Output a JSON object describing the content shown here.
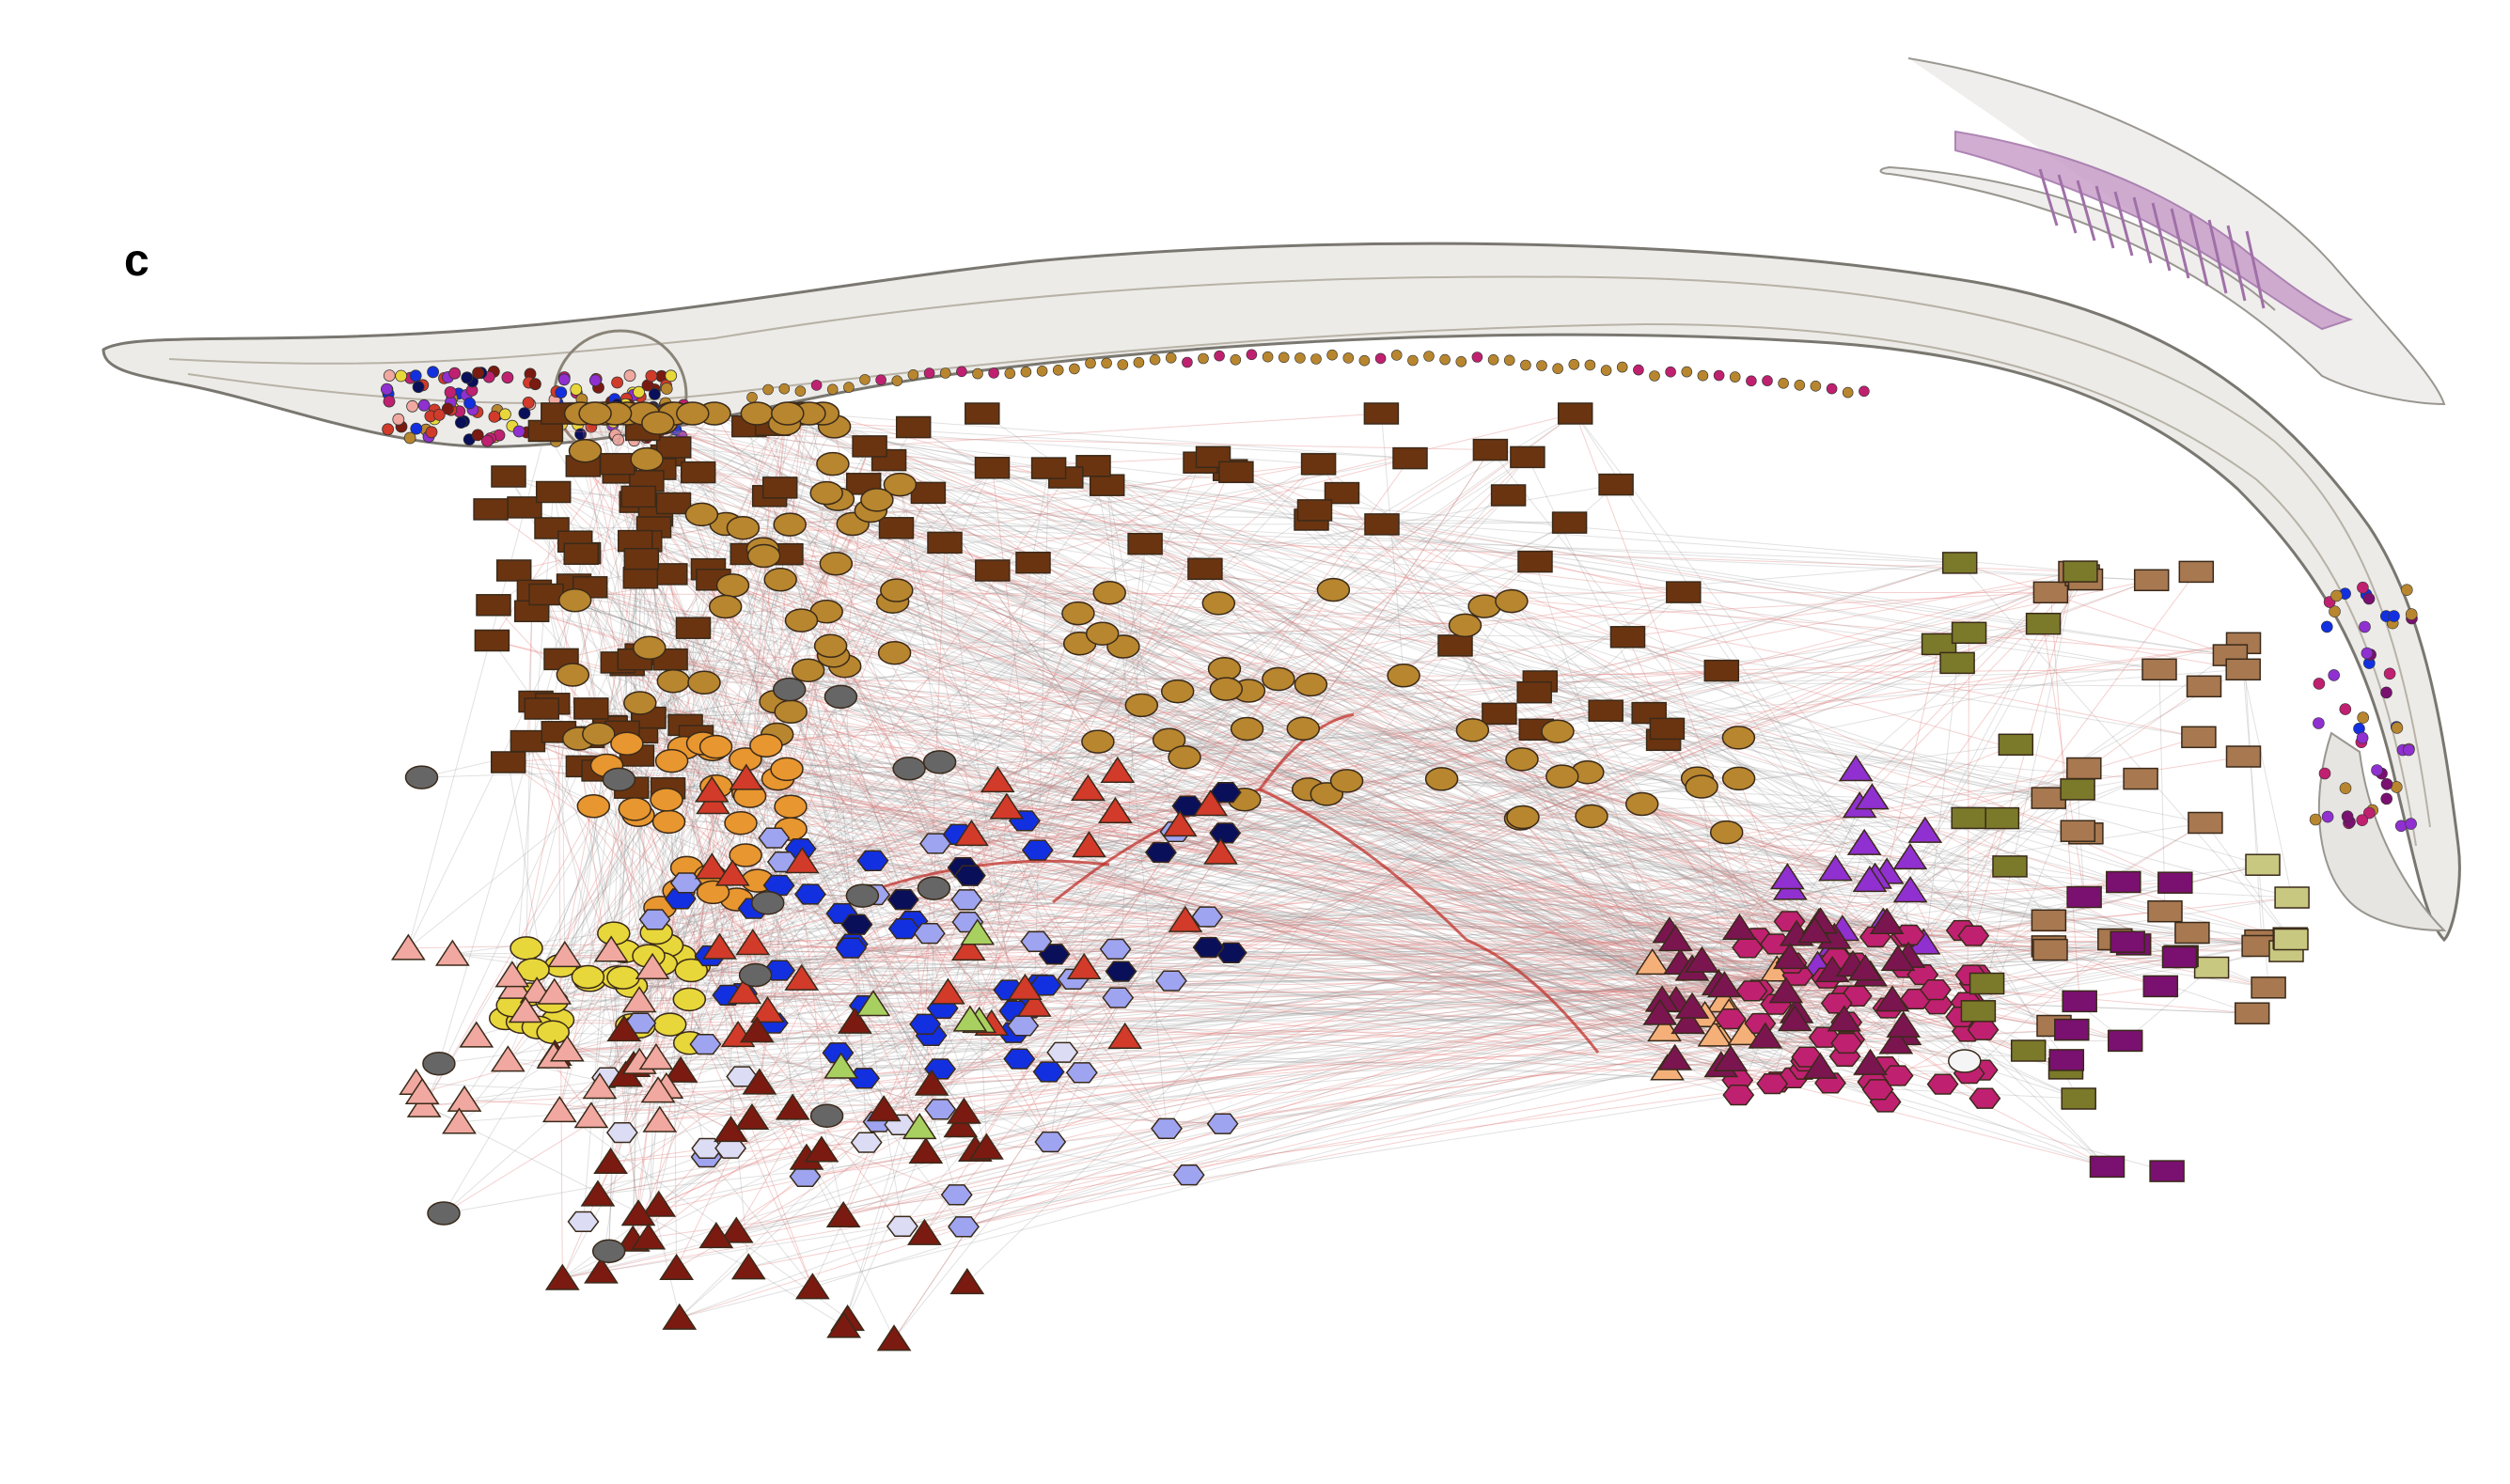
{
  "figure": {
    "panel_label": "c"
  },
  "colors": {
    "background": "#ffffff",
    "worm_fill": "#ecebe8",
    "worm_outline": "#7a7770",
    "edge_chemical": "#8a8a8a",
    "edge_electrical": "#e07a78",
    "edge_strong": "#c0302a",
    "pharynx_detail": "#c9a0c9"
  },
  "node_groups": [
    {
      "key": "brown_rect",
      "shape": "rect",
      "color": "#6b3410"
    },
    {
      "key": "gold_ellipse",
      "shape": "ellipse",
      "color": "#b8862e"
    },
    {
      "key": "orange_ellipse",
      "shape": "ellipse",
      "color": "#e8962f"
    },
    {
      "key": "yellow_ellipse",
      "shape": "ellipse",
      "color": "#e8d73a"
    },
    {
      "key": "blue_hex",
      "shape": "hex",
      "color": "#1230e0"
    },
    {
      "key": "navy_hex",
      "shape": "hex",
      "color": "#0a0f5a"
    },
    {
      "key": "lavender_hex",
      "shape": "hex",
      "color": "#9ea4f0"
    },
    {
      "key": "pale_hex",
      "shape": "hex",
      "color": "#dcdcf5"
    },
    {
      "key": "red_tri",
      "shape": "tri",
      "color": "#d23a2a"
    },
    {
      "key": "darkred_tri",
      "shape": "tri",
      "color": "#7a1a10"
    },
    {
      "key": "pink_tri",
      "shape": "tri",
      "color": "#f0a8a0"
    },
    {
      "key": "peach_tri",
      "shape": "tri",
      "color": "#f5b07a"
    },
    {
      "key": "green_tri",
      "shape": "tri",
      "color": "#a8d060"
    },
    {
      "key": "violet_tri",
      "shape": "tri",
      "color": "#9030d0"
    },
    {
      "key": "magenta_hex",
      "shape": "hex",
      "color": "#c02070"
    },
    {
      "key": "plum_tri",
      "shape": "tri",
      "color": "#7a1550"
    },
    {
      "key": "tan_rect",
      "shape": "rect",
      "color": "#a87850"
    },
    {
      "key": "olive_rect",
      "shape": "rect",
      "color": "#7a7a2a"
    },
    {
      "key": "lime_rect",
      "shape": "rect",
      "color": "#c8c880"
    },
    {
      "key": "purple_rect",
      "shape": "rect",
      "color": "#7a1070"
    },
    {
      "key": "gray_ellipse",
      "shape": "ellipse",
      "color": "#666666"
    },
    {
      "key": "white_ellipse",
      "shape": "ellipse",
      "color": "#f5f5f5"
    }
  ]
}
